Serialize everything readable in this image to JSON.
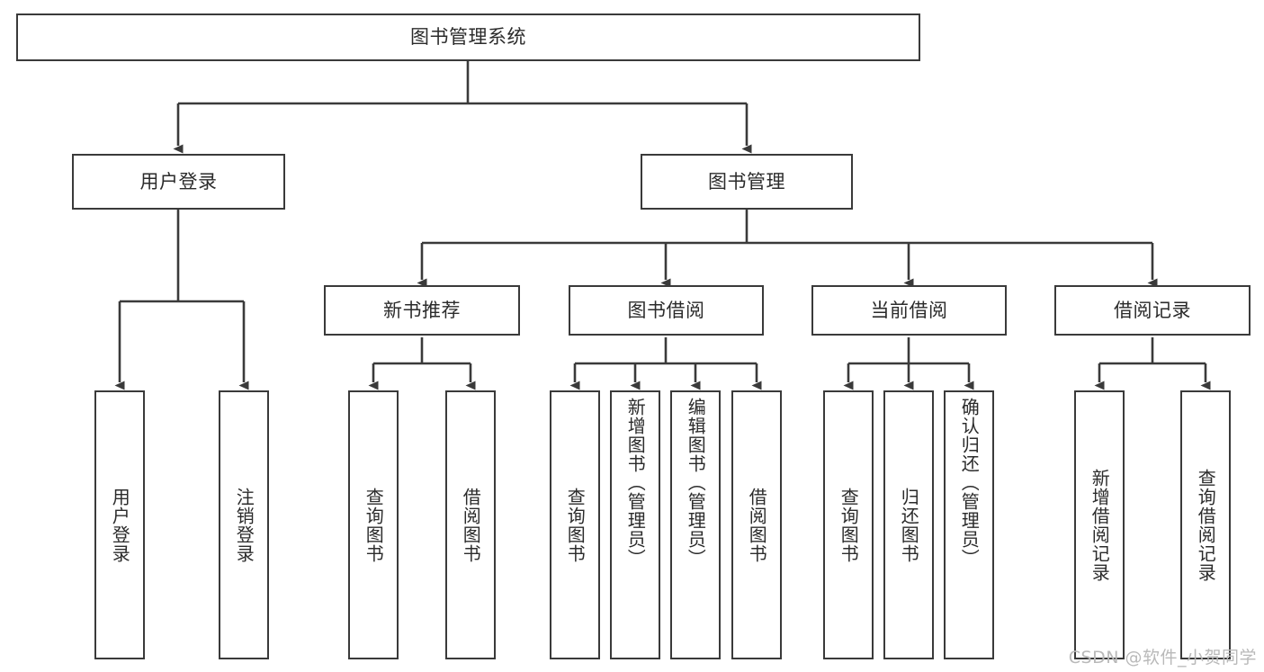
{
  "diagram": {
    "type": "tree",
    "title": "图书管理系统",
    "watermark": "CSDN @软件_小贺同学",
    "colors": {
      "stroke": "#3a3a3a",
      "text": "#2b2b2b",
      "background": "#ffffff",
      "watermark": "#b9b9b9"
    },
    "nodes": {
      "root": {
        "label": "图书管理系统"
      },
      "tier1": [
        {
          "label": "用户登录"
        },
        {
          "label": "图书管理"
        }
      ],
      "tier2": [
        {
          "label": "新书推荐"
        },
        {
          "label": "图书借阅"
        },
        {
          "label": "当前借阅"
        },
        {
          "label": "借阅记录"
        }
      ],
      "leaves": [
        {
          "label": "用户登录",
          "parent": "用户登录"
        },
        {
          "label": "注销登录",
          "parent": "用户登录"
        },
        {
          "label": "查询图书",
          "parent": "新书推荐"
        },
        {
          "label": "借阅图书",
          "parent": "新书推荐"
        },
        {
          "label": "查询图书",
          "parent": "图书借阅"
        },
        {
          "label": "新增图书（管理员）",
          "parent": "图书借阅"
        },
        {
          "label": "编辑图书（管理员）",
          "parent": "图书借阅"
        },
        {
          "label": "借阅图书",
          "parent": "图书借阅"
        },
        {
          "label": "查询图书",
          "parent": "当前借阅"
        },
        {
          "label": "归还图书",
          "parent": "当前借阅"
        },
        {
          "label": "确认归还（管理员）",
          "parent": "当前借阅"
        },
        {
          "label": "新增借阅记录",
          "parent": "借阅记录"
        },
        {
          "label": "查询借阅记录",
          "parent": "借阅记录"
        }
      ]
    }
  }
}
